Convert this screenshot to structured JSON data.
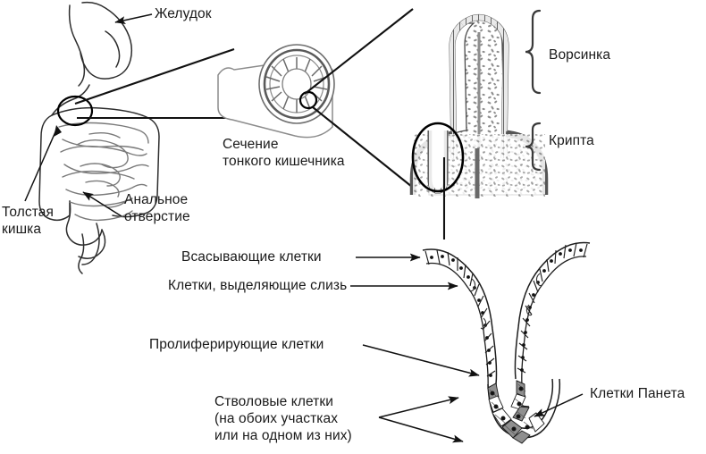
{
  "figure": {
    "title_visible": false,
    "background_color": "#ffffff",
    "ink_color": "#1a1a1a",
    "stroke_color": "#000000",
    "tissue_fill": "#9a9a9a",
    "panels": [
      {
        "name": "gi-tract-overview",
        "description": "outline of stomach, small intestine and colon"
      },
      {
        "name": "small-intestine-cross-section",
        "description": "cut tube showing mucosal folds"
      },
      {
        "name": "villus-crypt-histology",
        "description": "villus with crypt below"
      },
      {
        "name": "crypt-cell-diagram",
        "description": "U-shaped crypt of epithelial cells"
      }
    ]
  },
  "labels": {
    "stomach": "Желудок",
    "large_intestine": "Толстая\nкишка",
    "anus": "Анальное\nотверстие",
    "cross_section": "Сечение\nтонкого кишечника",
    "villus": "Ворсинка",
    "crypt": "Крипта",
    "absorptive_cells": "Всасывающие клетки",
    "mucus_cells": "Клетки, выделяющие слизь",
    "proliferating_cells": "Пролиферирующие клетки",
    "stem_cells": "Стволовые клетки\n(на обоих участках\nили на одном из них)",
    "paneth_cells": "Клетки Панета"
  },
  "annotations": {
    "braces": [
      {
        "name": "villus-brace",
        "label_key": "villus"
      },
      {
        "name": "crypt-brace",
        "label_key": "crypt"
      }
    ],
    "arrow_count": 8,
    "leader_line_count": 4,
    "magnifier_circles": 2
  }
}
